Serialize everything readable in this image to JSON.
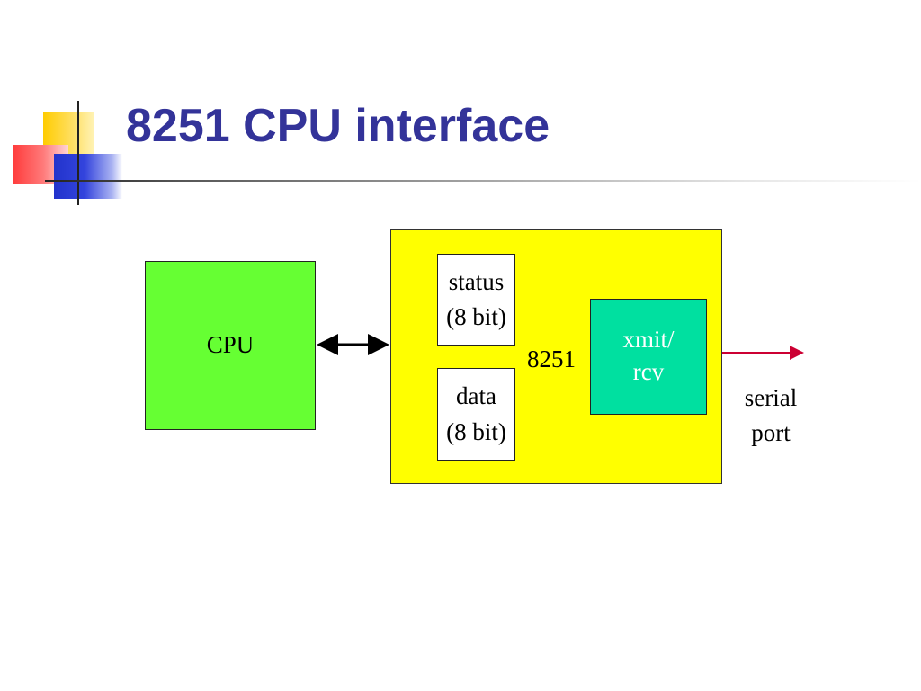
{
  "slide": {
    "title": "8251 CPU interface"
  },
  "diagram": {
    "cpu": {
      "label": "CPU"
    },
    "chip": {
      "label": "8251"
    },
    "status_register": {
      "line1": "status",
      "line2": "(8 bit)"
    },
    "data_register": {
      "line1": "data",
      "line2": "(8 bit)"
    },
    "xmit_rcv": {
      "line1": "xmit/",
      "line2": "rcv"
    },
    "serial_port": {
      "line1": "serial",
      "line2": "port"
    }
  },
  "colors": {
    "title": "#333399",
    "cpu": "#66ff33",
    "chip": "#ffff00",
    "xmit_rcv": "#00e0a0",
    "serial_arrow": "#cc0033",
    "bus_arrow": "#000000"
  }
}
